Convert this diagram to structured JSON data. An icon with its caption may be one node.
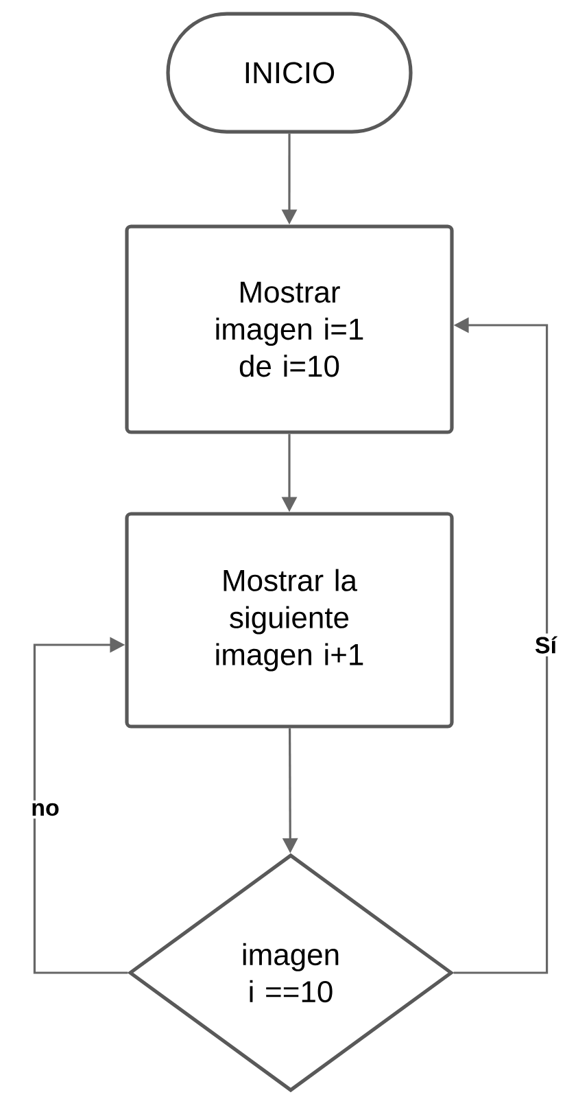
{
  "diagram": {
    "nodes": [
      {
        "text": [
          "INICIO"
        ]
      },
      {
        "text": [
          "Mostrar imagen i=1 de i=10"
        ]
      },
      {
        "text": [
          "Mostrar la siguiente imagen i+1"
        ]
      },
      {
        "text": [
          "imagen i ==10"
        ]
      }
    ],
    "edges": [
      {
        "from": 0,
        "to": 1,
        "arrow": "to"
      },
      {
        "from": 1,
        "to": 2,
        "arrow": "to"
      },
      {
        "from": 2,
        "to": 3,
        "arrow": "to"
      },
      {
        "from": 3,
        "to": 2,
        "arrow": "to",
        "label": "no"
      },
      {
        "from": 3,
        "to": 1,
        "arrow": "to",
        "label": "Sí"
      }
    ]
  }
}
